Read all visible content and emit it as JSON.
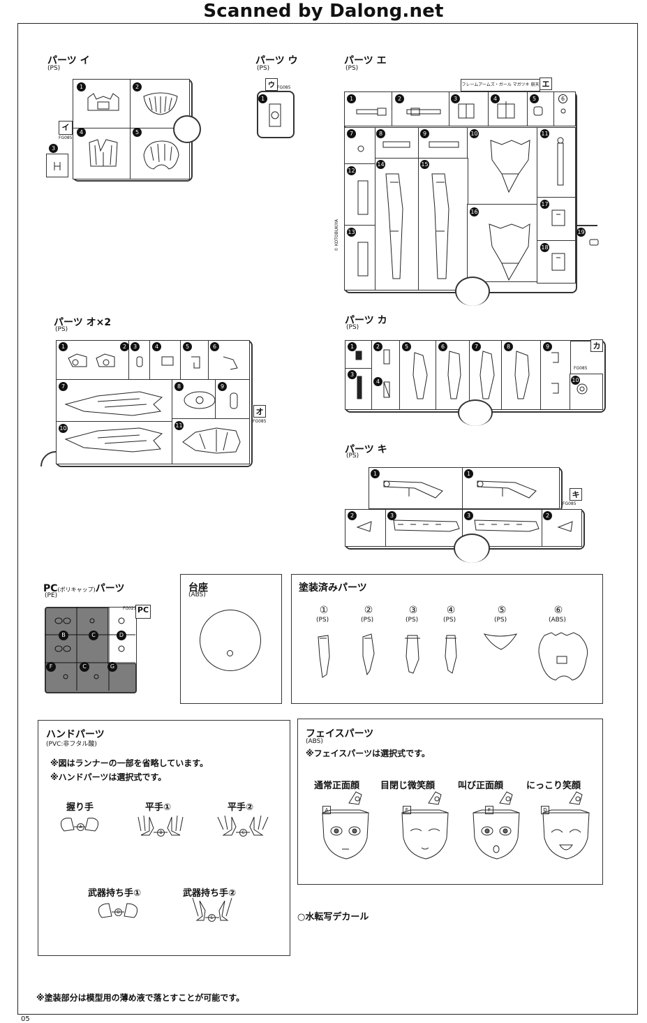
{
  "header": {
    "scan_credit": "Scanned by Dalong.net"
  },
  "runner_i": {
    "title": "パーツ イ",
    "material": "(PS)",
    "tag_letter": "イ",
    "tag_code": "FG085",
    "parts": [
      "1",
      "2",
      "3",
      "4",
      "5"
    ]
  },
  "runner_u": {
    "title": "パーツ ウ",
    "material": "(PS)",
    "tag_letter": "ウ",
    "tag_code": "FG085",
    "parts": [
      "1"
    ]
  },
  "runner_e": {
    "title": "パーツ エ",
    "material": "(PS)",
    "header_text": "フレームアームズ・ガール マガツキ 崩天",
    "tag_letter": "エ",
    "side_text": "© KOTOBUKIYA",
    "parts": [
      "1",
      "2",
      "3",
      "4",
      "5",
      "6",
      "7",
      "8",
      "9",
      "10",
      "11",
      "12",
      "13",
      "14",
      "15",
      "16",
      "17",
      "18",
      "19"
    ]
  },
  "runner_o": {
    "title": "パーツ オ×2",
    "material": "(PS)",
    "tag_letter": "オ",
    "tag_code": "FG085",
    "parts": [
      "1",
      "2",
      "3",
      "4",
      "5",
      "6",
      "7",
      "8",
      "9",
      "10",
      "11"
    ]
  },
  "runner_ka": {
    "title": "パーツ カ",
    "material": "(PS)",
    "tag_letter": "カ",
    "tag_code": "FG085",
    "parts": [
      "1",
      "2",
      "3",
      "4",
      "5",
      "6",
      "7",
      "8",
      "9",
      "10"
    ]
  },
  "runner_ki": {
    "title": "パーツ キ",
    "material": "(PS)",
    "tag_letter": "キ",
    "tag_code": "FG085",
    "parts": [
      "1",
      "2",
      "3"
    ]
  },
  "pc_parts": {
    "title_pc": "PC",
    "title_kana": "(ポリキャップ)",
    "title_suffix": "パーツ",
    "material": "(PE)",
    "tag_letter": "PC",
    "tag_code": "FG021",
    "letters": [
      "B",
      "C",
      "D",
      "F",
      "C",
      "G"
    ]
  },
  "base": {
    "title": "台座",
    "material": "(ABS)"
  },
  "painted": {
    "title": "塗装済みパーツ",
    "items": [
      {
        "num": "①",
        "mat": "(PS)"
      },
      {
        "num": "②",
        "mat": "(PS)"
      },
      {
        "num": "③",
        "mat": "(PS)"
      },
      {
        "num": "④",
        "mat": "(PS)"
      },
      {
        "num": "⑤",
        "mat": "(PS)"
      },
      {
        "num": "⑥",
        "mat": "(ABS)"
      }
    ]
  },
  "hands": {
    "title": "ハンドパーツ",
    "material": "(PVC:非フタル酸)",
    "note1": "※図はランナーの一部を省略しています。",
    "note2": "※ハンドパーツは選択式です。",
    "fist": "握り手",
    "flat1": "平手①",
    "flat2": "平手②",
    "weapon1": "武器持ち手①",
    "weapon2": "武器持ち手②",
    "hand_letters": [
      "A",
      "B",
      "C",
      "D",
      "E"
    ]
  },
  "faces": {
    "title": "フェイスパーツ",
    "material": "(ABS)",
    "note": "※フェイスパーツは選択式です。",
    "items": [
      {
        "label": "通常正面顔",
        "letter": "A"
      },
      {
        "label": "目閉じ微笑顔",
        "letter": "E"
      },
      {
        "label": "叫び正面顔",
        "letter": "F"
      },
      {
        "label": "にっこり笑顔",
        "letter": "D"
      }
    ]
  },
  "decal": {
    "label": "○水転写デカール"
  },
  "footer": {
    "note": "※塗装部分は模型用の薄め液で落とすことが可能です。",
    "page": "05"
  }
}
